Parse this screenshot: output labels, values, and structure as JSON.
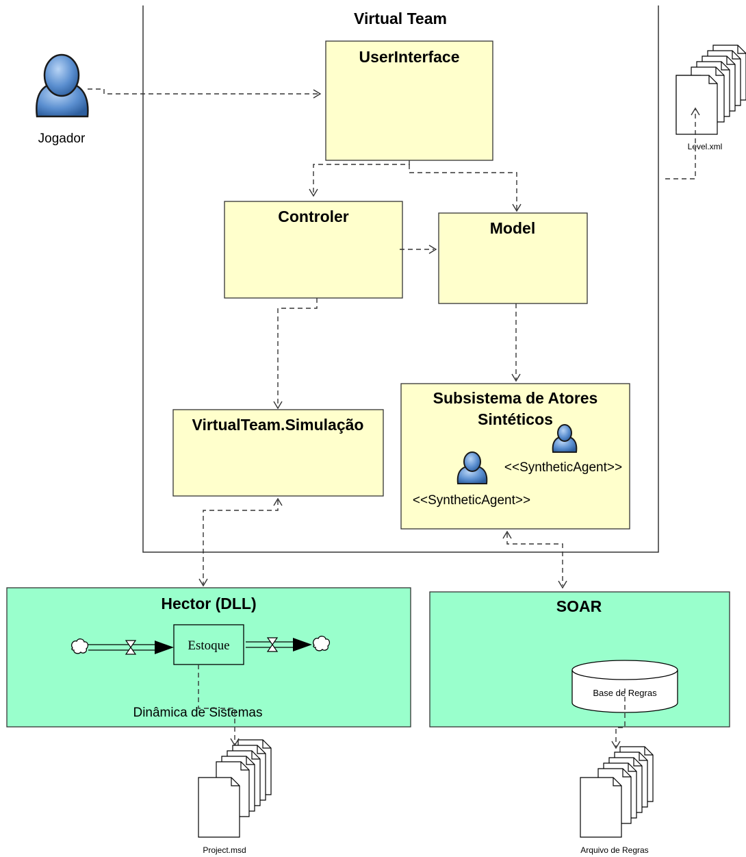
{
  "container": {
    "title": "Virtual Team"
  },
  "actor": {
    "label": "Jogador"
  },
  "boxes": {
    "user_interface": "UserInterface",
    "controler": "Controler",
    "model": "Model",
    "simulacao": "VirtualTeam.Simulação",
    "subsistema_line1": "Subsistema de Atores",
    "subsistema_line2": "Sintéticos",
    "agent_label_1": "<<SyntheticAgent>>",
    "agent_label_2": "<<SyntheticAgent>>"
  },
  "hector": {
    "title": "Hector (DLL)",
    "stock": "Estoque",
    "caption": "Dinâmica de Sistemas"
  },
  "soar": {
    "title": "SOAR",
    "database": "Base de Regras"
  },
  "files": {
    "level": "Level.xml",
    "project": "Project.msd",
    "rules": "Arquivo de Regras"
  },
  "colors": {
    "yellow_box": "#ffffcc",
    "green_box": "#99ffcc",
    "actor_blue": "#5b8fd0"
  }
}
